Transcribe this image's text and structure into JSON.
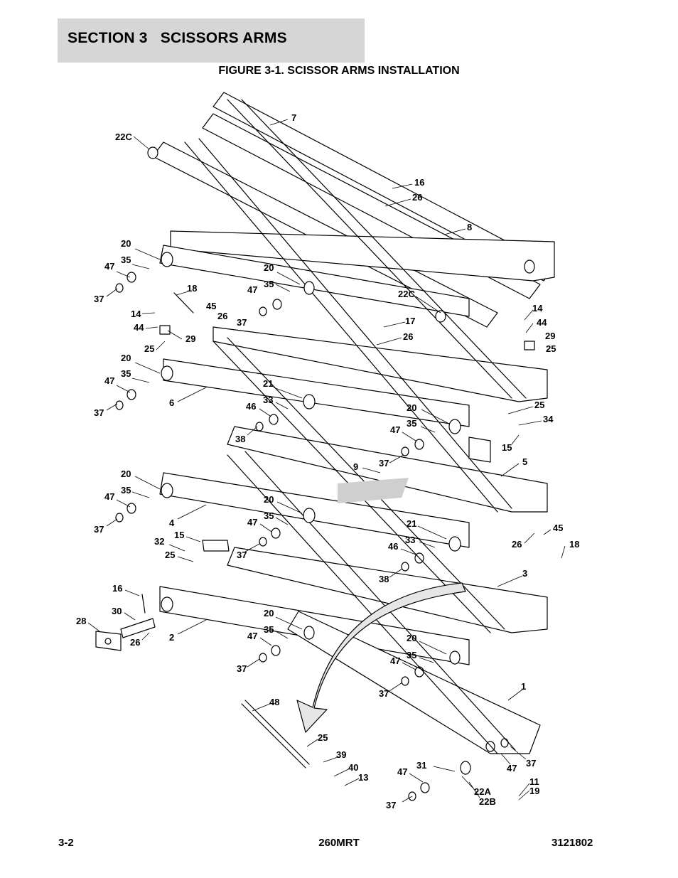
{
  "header": {
    "section_title": "SECTION 3   SCISSORS ARMS",
    "figure_title": "FIGURE 3-1. SCISSOR ARMS INSTALLATION"
  },
  "callouts": [
    "22C",
    "7",
    "16",
    "26",
    "8",
    "20",
    "35",
    "47",
    "37",
    "20",
    "35",
    "47",
    "18",
    "22C",
    "14",
    "45",
    "26",
    "44",
    "37",
    "29",
    "25",
    "17",
    "26",
    "14",
    "44",
    "29",
    "25",
    "20",
    "35",
    "47",
    "37",
    "6",
    "21",
    "33",
    "46",
    "20",
    "25",
    "34",
    "47",
    "35",
    "15",
    "38",
    "9",
    "37",
    "5",
    "20",
    "35",
    "47",
    "37",
    "4",
    "20",
    "35",
    "47",
    "21",
    "45",
    "15",
    "32",
    "25",
    "37",
    "26",
    "18",
    "33",
    "46",
    "38",
    "3",
    "16",
    "30",
    "28",
    "26",
    "2",
    "20",
    "35",
    "47",
    "37",
    "20",
    "35",
    "47",
    "37",
    "1",
    "48",
    "25",
    "39",
    "40",
    "13",
    "31",
    "47",
    "37",
    "47",
    "37",
    "11",
    "19",
    "22A",
    "22B"
  ],
  "footer": {
    "page_number": "3-2",
    "model": "260MRT",
    "document_number": "3121802"
  }
}
